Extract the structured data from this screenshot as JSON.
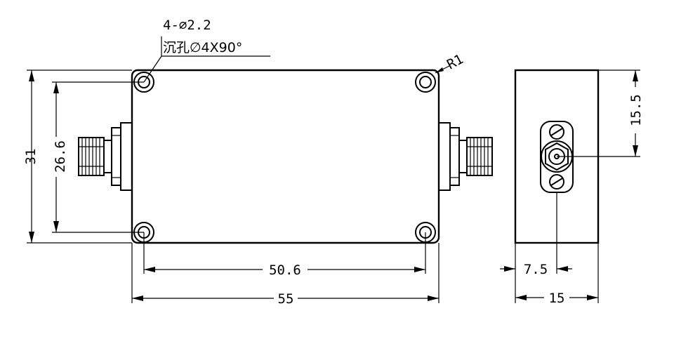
{
  "annotations": {
    "hole_count_dia": "4-∅2.2",
    "countersink": "沉孔∅4X90°",
    "corner_radius": "R1"
  },
  "dimensions": {
    "overall_height": "31",
    "hole_pitch_vertical": "26.6",
    "hole_pitch_horizontal": "50.6",
    "overall_length": "55",
    "connector_height": "15.5",
    "connector_offset": "7.5",
    "side_width": "15"
  },
  "colors": {
    "line": "#000000",
    "background": "#ffffff"
  }
}
